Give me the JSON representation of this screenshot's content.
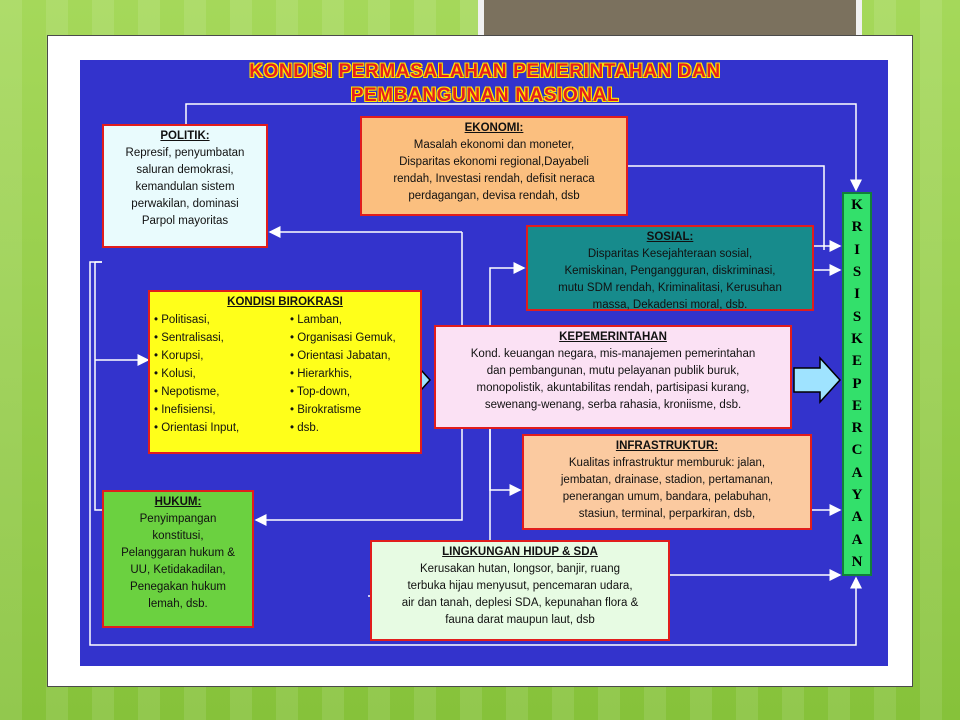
{
  "title": [
    "KONDISI PERMASALAHAN PEMERINTAHAN DAN",
    "PEMBANGUNAN NASIONAL"
  ],
  "politik": {
    "heading": "POLITIK:",
    "lines": [
      "Represif, penyumbatan",
      "saluran demokrasi,",
      "kemandulan sistem",
      "perwakilan, dominasi",
      "Parpol mayoritas"
    ]
  },
  "ekonomi": {
    "heading": "EKONOMI:",
    "lines": [
      "Masalah ekonomi dan moneter,",
      "Disparitas ekonomi regional,Dayabeli",
      "rendah, Investasi rendah, defisit neraca",
      "perdagangan, devisa rendah, dsb"
    ]
  },
  "sosial": {
    "heading": "SOSIAL:",
    "lines": [
      "Disparitas Kesejahteraan sosial,",
      "Kemiskinan, Pengangguran, diskriminasi,",
      "mutu SDM rendah, Kriminalitasi, Kerusuhan",
      "massa, Dekadensi moral, dsb."
    ]
  },
  "birokrasi": {
    "heading": "KONDISI BIROKRASI",
    "left": [
      "• Politisasi,",
      "• Sentralisasi,",
      "• Korupsi,",
      "• Kolusi,",
      "• Nepotisme,",
      "• Inefisiensi,",
      "• Orientasi Input,"
    ],
    "right": [
      "• Lamban,",
      "• Organisasi Gemuk,",
      "• Orientasi Jabatan,",
      "• Hierarkhis,",
      "• Top-down,",
      "• Birokratisme",
      "• dsb."
    ]
  },
  "kepemerintahan": {
    "heading": "KEPEMERINTAHAN",
    "lines": [
      "Kond. keuangan negara, mis-manajemen pemerintahan",
      "dan pembangunan, mutu pelayanan publik buruk,",
      "monopolistik, akuntabilitas rendah, partisipasi kurang,",
      "sewenang-wenang, serba rahasia, kroniisme, dsb."
    ]
  },
  "infrastruktur": {
    "heading": "INFRASTRUKTUR:",
    "lines": [
      "Kualitas infrastruktur memburuk: jalan,",
      "jembatan, drainase, stadion, pertamanan,",
      "penerangan umum, bandara, pelabuhan,",
      "stasiun, terminal, perparkiran, dsb,"
    ]
  },
  "hukum": {
    "heading": "HUKUM:",
    "lines": [
      "Penyimpangan",
      "konstitusi,",
      "Pelanggaran hukum &",
      "UU, Ketidakadilan,",
      "Penegakan hukum",
      "lemah, dsb."
    ]
  },
  "lingkungan": {
    "heading": "LINGKUNGAN HIDUP & SDA",
    "lines": [
      "Kerusakan hutan, longsor, banjir, ruang",
      "terbuka hijau menyusut, pencemaran udara,",
      "air dan tanah, deplesi SDA, kepunahan flora &",
      "fauna darat maupun laut, dsb"
    ]
  },
  "krisis": [
    "K",
    "R",
    "I",
    "S",
    "I",
    "S",
    "K",
    "E",
    "P",
    "E",
    "R",
    "C",
    "A",
    "Y",
    "A",
    "A",
    "N"
  ],
  "colors": {
    "stage": "#3333cc",
    "border": "#e11d1d",
    "title": "#e41f1f"
  }
}
